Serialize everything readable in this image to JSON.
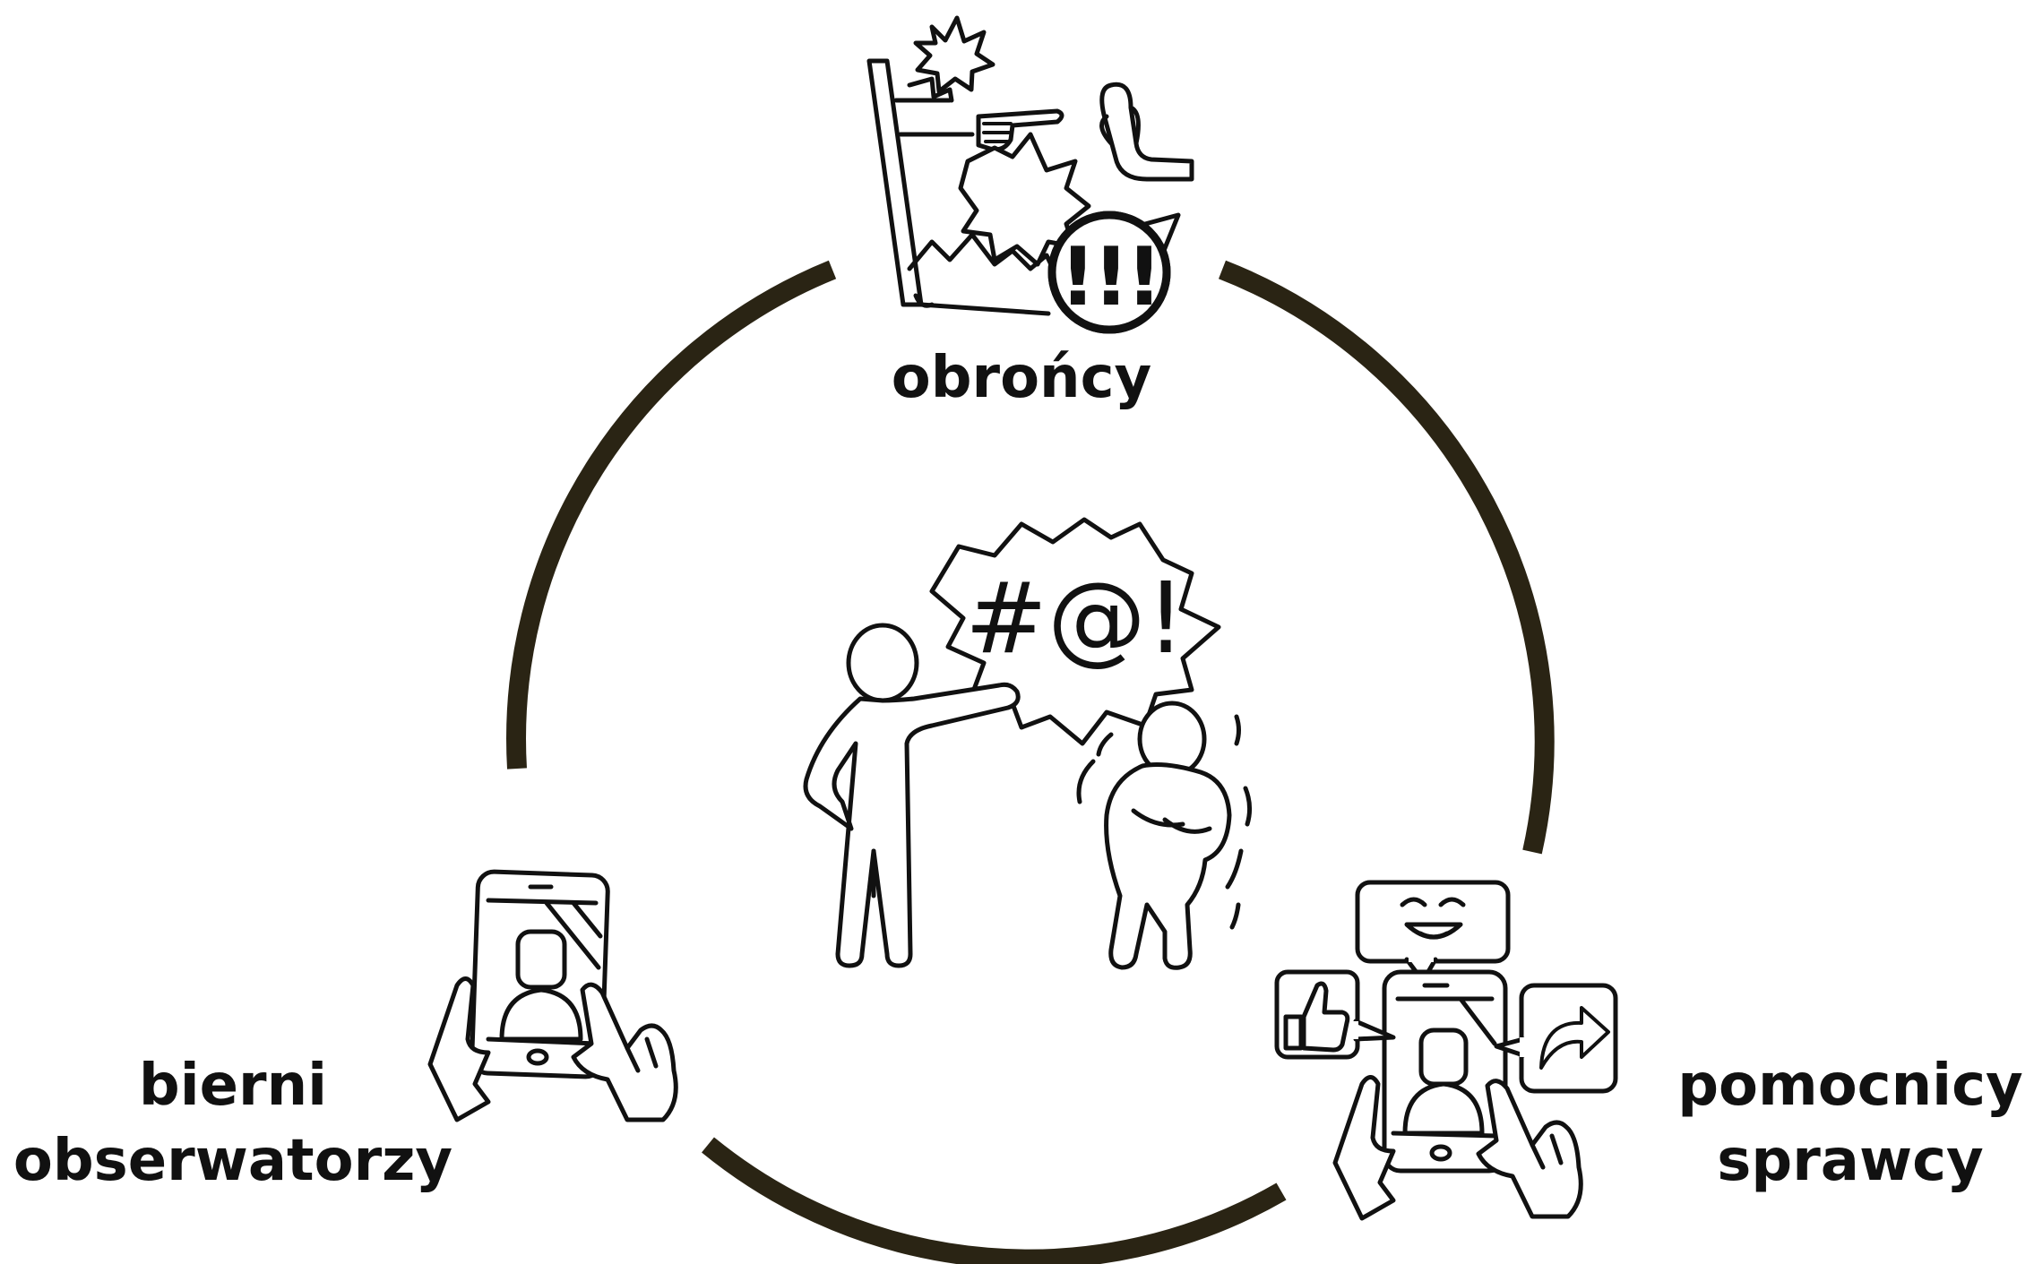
{
  "colors": {
    "arc": "#2a2414",
    "ink": "#111111",
    "background": "#ffffff"
  },
  "center": {
    "icon": "cyberbullying-scene-icon",
    "speech_symbols": "#@!"
  },
  "nodes": [
    {
      "id": "defenders",
      "label_lines": [
        "obrońcy"
      ],
      "icon": "stop-hand-alert-screen-icon",
      "alert_mark": "!!!"
    },
    {
      "id": "bystanders",
      "label_lines": [
        "bierni",
        "obserwatorzy"
      ],
      "icon": "hand-holding-phone-icon"
    },
    {
      "id": "assistants",
      "label_lines": [
        "pomocnicy",
        "sprawcy"
      ],
      "icon": "phone-like-share-emoji-icon"
    }
  ]
}
